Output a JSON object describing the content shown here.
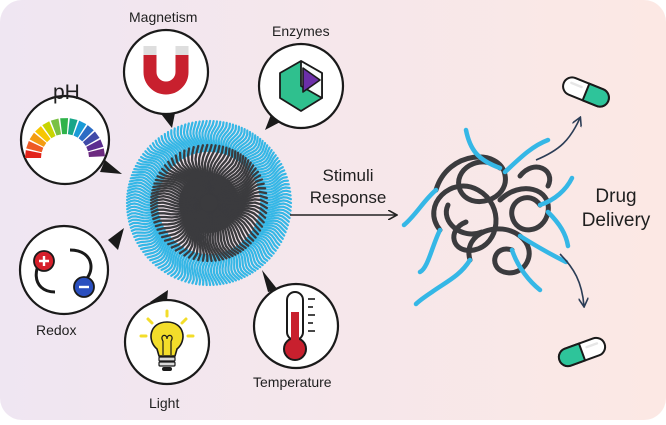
{
  "stimuli": {
    "ph": "pH",
    "magnetism": "Magnetism",
    "enzymes": "Enzymes",
    "redox": "Redox",
    "light": "Light",
    "temperature": "Temperature"
  },
  "process": {
    "line1": "Stimuli",
    "line2": "Response"
  },
  "outcome": {
    "line1": "Drug",
    "line2": "Delivery"
  },
  "colors": {
    "background_left": "#efe6f2",
    "background_right": "#fce8e4",
    "polymer_shell": "#35b7e6",
    "polymer_core": "#3b3b3e",
    "magnet_red": "#c8202e",
    "enzyme_green": "#2fc08e",
    "enzyme_purple": "#6b2fa8",
    "thermometer_red": "#c8202e",
    "bulb_yellow": "#f3dd2a",
    "pill_teal": "#2ec49a"
  },
  "icons": [
    "ph-scale-icon",
    "magnet-icon",
    "enzyme-icon",
    "redox-icon",
    "light-bulb-icon",
    "thermometer-icon",
    "pill-icon"
  ]
}
